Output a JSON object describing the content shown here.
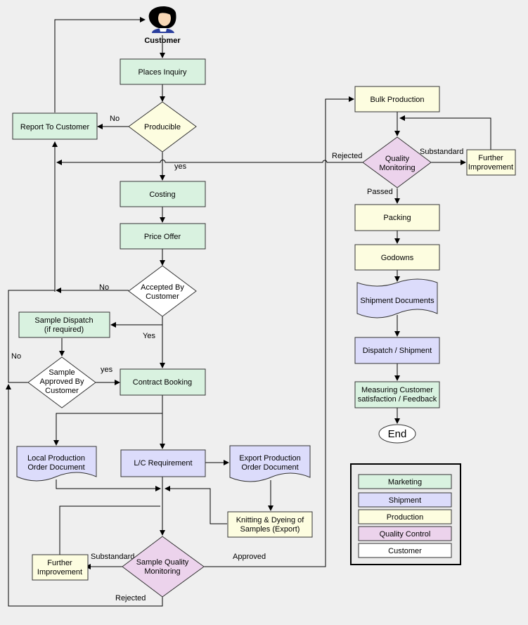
{
  "colors": {
    "marketing": "#d9f2e0",
    "shipment": "#dcdcfb",
    "production": "#fdfde0",
    "quality_control": "#ecd3ec",
    "customer": "#ffffff",
    "background": "#efefef"
  },
  "nodes": {
    "customer": "Customer",
    "places_inquiry": "Places Inquiry",
    "producible": "Producible",
    "report_to_customer": "Report To Customer",
    "costing": "Costing",
    "price_offer": "Price Offer",
    "accepted_by_customer": [
      "Accepted By",
      "Customer"
    ],
    "sample_dispatch": [
      "Sample Dispatch",
      "(if required)"
    ],
    "sample_approved": [
      "Sample",
      "Approved By",
      "Customer"
    ],
    "contract_booking": "Contract Booking",
    "local_production_order": [
      "Local Production",
      "Order Document"
    ],
    "lc_requirement": "L/C Requirement",
    "export_production_order": [
      "Export Production",
      "Order Document"
    ],
    "knitting_dyeing": [
      "Knitting & Dyeing of",
      "Samples (Export)"
    ],
    "sample_quality_monitoring": [
      "Sample Quality",
      "Monitoring"
    ],
    "further_improvement_left": [
      "Further",
      "Improvement"
    ],
    "bulk_production": "Bulk Production",
    "quality_monitoring": [
      "Quality",
      "Monitoring"
    ],
    "further_improvement_right": [
      "Further",
      "Improvement"
    ],
    "packing": "Packing",
    "godowns": "Godowns",
    "shipment_documents": "Shipment Documents",
    "dispatch_shipment": "Dispatch / Shipment",
    "measuring_feedback": [
      "Measuring Customer",
      "satisfaction / Feedback"
    ],
    "end": "End"
  },
  "edge_labels": {
    "no_producible": "No",
    "yes_producible": "yes",
    "no_accepted": "No",
    "yes_accepted": "Yes",
    "yes_sample": "yes",
    "no_sample": "No",
    "substandard_left": "Substandard",
    "approved": "Approved",
    "rejected_left": "Rejected",
    "rejected_right": "Rejected",
    "substandard_right": "Substandard",
    "passed": "Passed"
  },
  "legend": [
    {
      "label": "Marketing",
      "color": "#d9f2e0"
    },
    {
      "label": "Shipment",
      "color": "#dcdcfb"
    },
    {
      "label": "Production",
      "color": "#fdfde0"
    },
    {
      "label": "Quality Control",
      "color": "#ecd3ec"
    },
    {
      "label": "Customer",
      "color": "#ffffff"
    }
  ]
}
